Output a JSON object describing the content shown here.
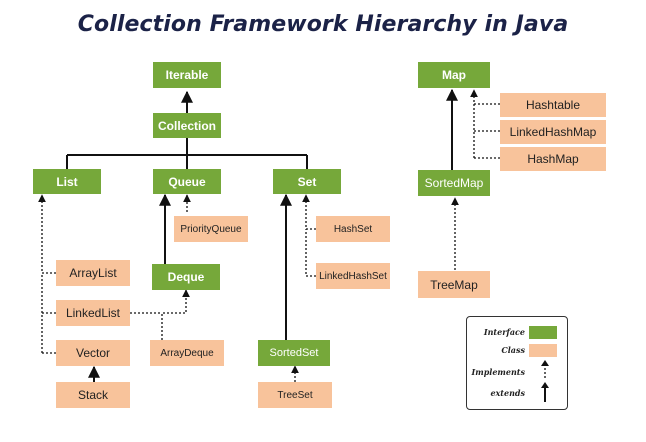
{
  "title": "Collection Framework Hierarchy in Java",
  "nodes": {
    "iterable": "Iterable",
    "collection": "Collection",
    "list": "List",
    "queue": "Queue",
    "set": "Set",
    "priority_queue": "PriorityQueue",
    "deque": "Deque",
    "array_deque": "ArrayDeque",
    "array_list": "ArrayList",
    "linked_list": "LinkedList",
    "vector": "Vector",
    "stack": "Stack",
    "hash_set": "HashSet",
    "linked_hash_set": "LinkedHashSet",
    "sorted_set": "SortedSet",
    "tree_set": "TreeSet",
    "map": "Map",
    "hashtable": "Hashtable",
    "linked_hash_map": "LinkedHashMap",
    "hash_map": "HashMap",
    "sorted_map": "SortedMap",
    "tree_map": "TreeMap"
  },
  "legend": {
    "interface": "Interface",
    "class": "Class",
    "implements": "Implements",
    "extends": "extends"
  },
  "colors": {
    "interface": "#76a83a",
    "class": "#f8c39b",
    "title": "#1b2247",
    "line": "#111111"
  }
}
